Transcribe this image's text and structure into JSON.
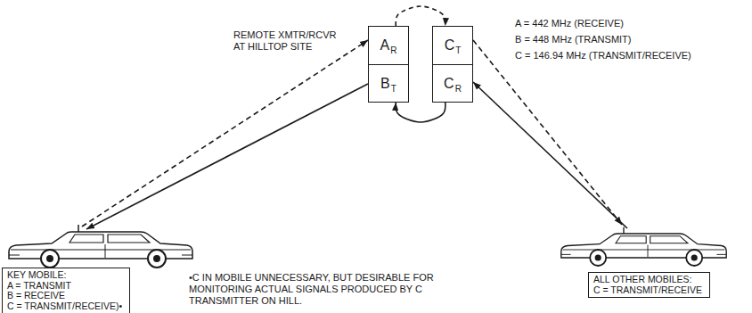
{
  "diagram": {
    "nodes": [
      {
        "text": [
          "A",
          "R"
        ]
      },
      {
        "text": [
          "B",
          "T"
        ]
      },
      {
        "text": [
          "C",
          "T"
        ]
      },
      {
        "text": [
          "C",
          "R"
        ]
      },
      {
        "text": [
          "KEY MOBILE:",
          "A = TRANSMIT",
          "B = RECEIVE",
          "C = TRANSMIT/RECEIVE)•"
        ]
      },
      {
        "text": [
          "ALL OTHER MOBILES:",
          "C = TRANSMIT/RECEIVE"
        ]
      }
    ],
    "edges": [
      {
        "from": 0,
        "to": 2,
        "arrow": "to"
      },
      {
        "from": 3,
        "to": 1,
        "arrow": "to"
      }
    ],
    "labels": [
      "REMOTE XMTR/RCVR AT HILLTOP SITE",
      "A = 442 MHz (RECEIVE)",
      "B = 448 MHz (TRANSMIT)",
      "C = 146.94 MHz (TRANSMIT/RECEIVE)",
      "•C IN MOBILE UNNECESSARY, BUT DESIRABLE FOR MONITORING ACTUAL SIGNALS PRODUCED BY C TRANSMITTER ON HILL."
    ]
  }
}
